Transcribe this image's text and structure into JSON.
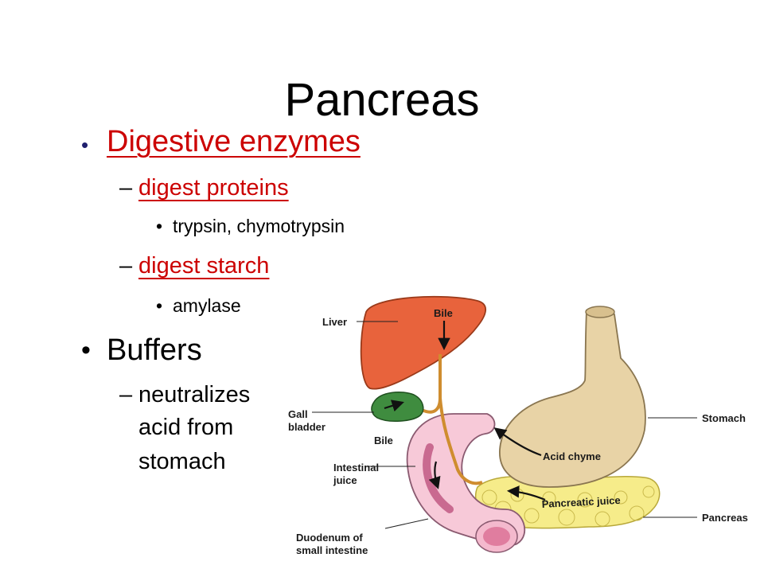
{
  "slide": {
    "title": "Pancreas",
    "bullets": [
      {
        "text": "Digestive enzymes",
        "color": "#cc0000"
      },
      {
        "text": "digest proteins",
        "color": "#cc0000"
      },
      {
        "text": "trypsin, chymotrypsin"
      },
      {
        "text": "digest starch",
        "color": "#cc0000"
      },
      {
        "text": "amylase"
      },
      {
        "text": "Buffers"
      },
      {
        "text": "neutralizes"
      },
      {
        "text": "acid from"
      },
      {
        "text": "stomach"
      }
    ],
    "dash": "–",
    "bullet_char": "•"
  },
  "figure": {
    "labels": {
      "liver": "Liver",
      "bile_top": "Bile",
      "gall_bladder_1": "Gall",
      "gall_bladder_2": "bladder",
      "bile_bottom": "Bile",
      "intestinal_1": "Intestinal",
      "intestinal_2": "juice",
      "duodenum_1": "Duodenum of",
      "duodenum_2": "small intestine",
      "stomach": "Stomach",
      "acid_chyme": "Acid chyme",
      "pancreatic_juice": "Pancreatic juice",
      "pancreas": "Pancreas"
    },
    "colors": {
      "liver": "#e8603a",
      "gall_bladder": "#3f8f3f",
      "stomach": "#e6d3a8",
      "intestine": "#f6c6d6",
      "pancreas": "#f7ee8a",
      "duct": "#d2912d"
    }
  }
}
